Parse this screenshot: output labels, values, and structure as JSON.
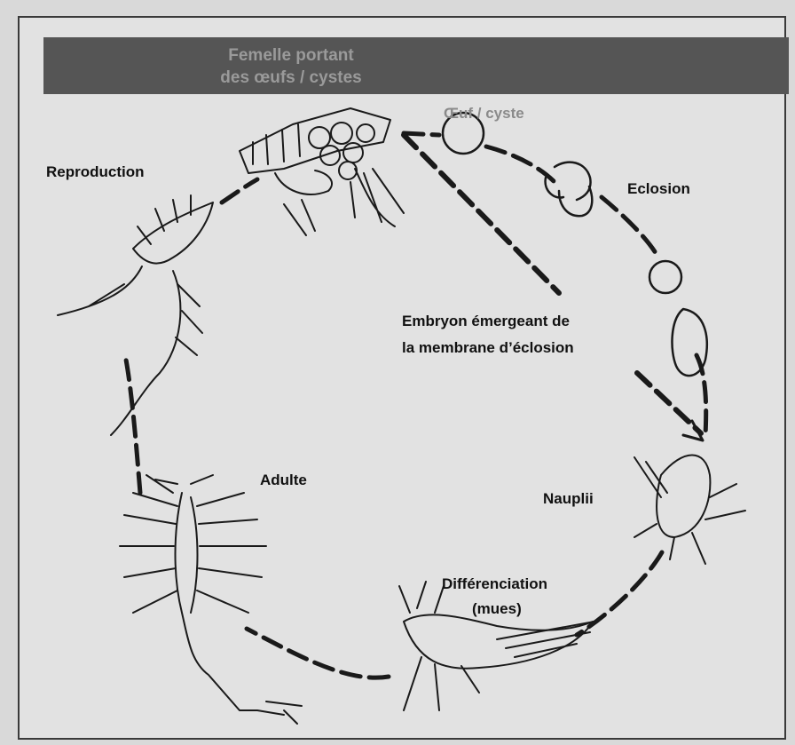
{
  "diagram": {
    "banner_label_line1": "Femelle portant",
    "banner_label_line2": "des œufs / cystes",
    "stages": {
      "egg_cyst": "Œuf / cyste",
      "hatching": "Eclosion",
      "embryo_line1": "Embryon émergeant de",
      "embryo_line2": "la membrane d’éclosion",
      "nauplii": "Nauplii",
      "differentiation_line1": "Différenciation",
      "differentiation_line2": "(mues)",
      "adult": "Adulte",
      "reproduction": "Reproduction"
    },
    "colors": {
      "background": "#e2e2e2",
      "banner": "#555555",
      "ink": "#1a1a1a"
    }
  }
}
